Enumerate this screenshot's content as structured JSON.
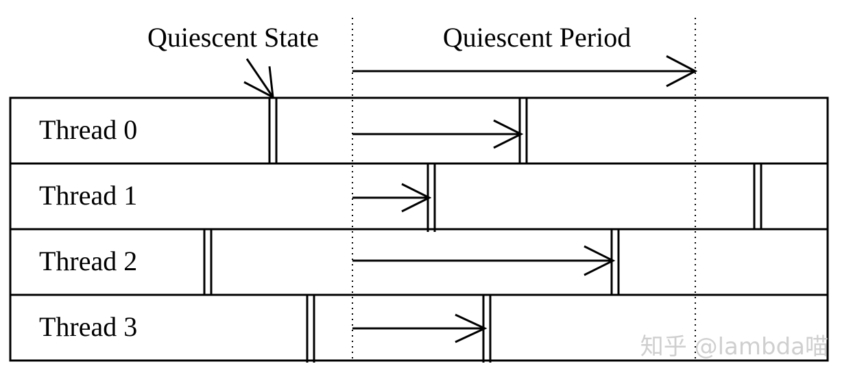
{
  "title_labels": {
    "state": "Quiescent State",
    "period": "Quiescent Period"
  },
  "threads": [
    {
      "label": "Thread 0"
    },
    {
      "label": "Thread 1"
    },
    {
      "label": "Thread 2"
    },
    {
      "label": "Thread 3"
    }
  ],
  "watermark": "知乎 @lambda喵",
  "colors": {
    "ink": "#000000",
    "background": "#ffffff",
    "watermark": "#cfcfcf"
  }
}
